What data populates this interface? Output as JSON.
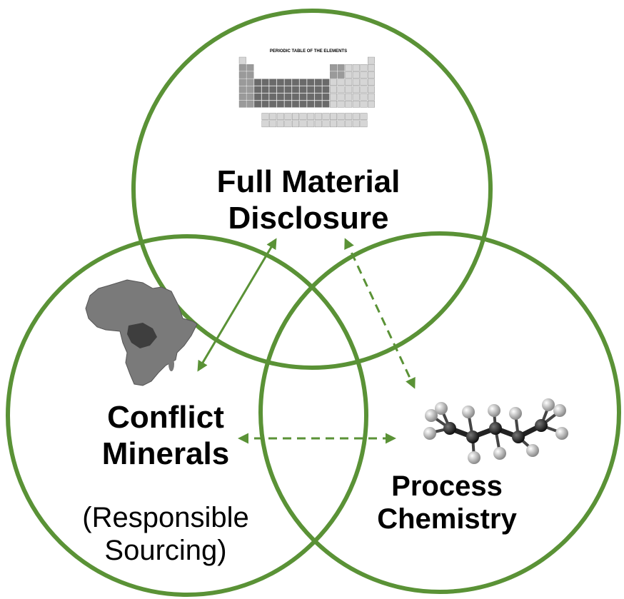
{
  "diagram": {
    "accent_color": "#5a9236",
    "top_circle": {
      "title_line1": "Full Material",
      "title_line2": "Disclosure",
      "icon": "periodic-table-icon",
      "icon_title": "PERIODIC TABLE OF THE ELEMENTS"
    },
    "left_circle": {
      "title_line1": "Conflict",
      "title_line2": "Minerals",
      "subtitle_line1": "(Responsible",
      "subtitle_line2": "Sourcing)",
      "icon": "africa-map-icon"
    },
    "right_circle": {
      "title_line1": "Process",
      "title_line2": "Chemistry",
      "icon": "molecule-icon"
    },
    "connectors": [
      {
        "from": "Full Material Disclosure",
        "to": "Conflict Minerals",
        "style": "solid"
      },
      {
        "from": "Full Material Disclosure",
        "to": "Process Chemistry",
        "style": "dashed"
      },
      {
        "from": "Conflict Minerals",
        "to": "Process Chemistry",
        "style": "dashed"
      }
    ]
  }
}
